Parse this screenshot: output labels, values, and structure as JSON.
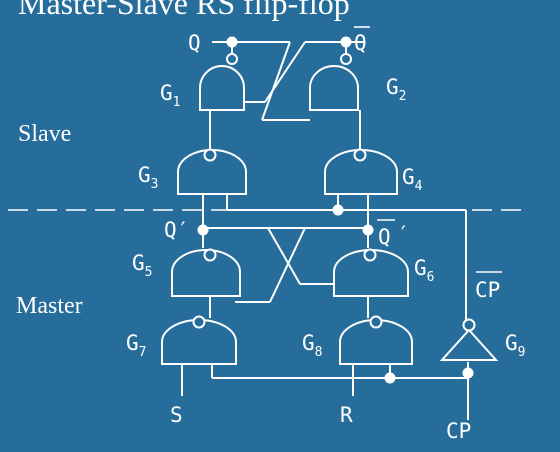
{
  "title": "Master-Slave RS flip-flop",
  "sections": {
    "slave": "Slave",
    "master": "Master"
  },
  "outputs": {
    "q": "Q",
    "q_bar": "Q",
    "q_prime": "Q′",
    "q_prime_bar": "Q",
    "q_prime_bar_mark": "′"
  },
  "inputs": {
    "s": "S",
    "r": "R",
    "cp": "CP",
    "cp_bar": "CP"
  },
  "gates": [
    {
      "letter": "G",
      "index": "1"
    },
    {
      "letter": "G",
      "index": "2"
    },
    {
      "letter": "G",
      "index": "3"
    },
    {
      "letter": "G",
      "index": "4"
    },
    {
      "letter": "G",
      "index": "5"
    },
    {
      "letter": "G",
      "index": "6"
    },
    {
      "letter": "G",
      "index": "7"
    },
    {
      "letter": "G",
      "index": "8"
    },
    {
      "letter": "G",
      "index": "9"
    }
  ],
  "colors": {
    "background": "#276d9b",
    "foreground": "#ffffff"
  }
}
